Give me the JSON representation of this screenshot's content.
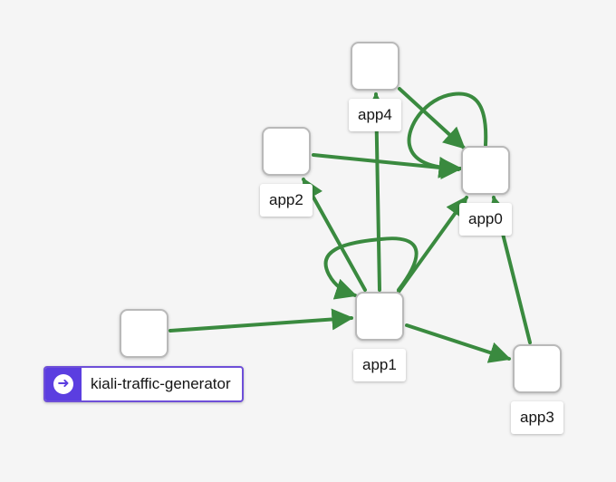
{
  "graph": {
    "edge_color": "#3a8a3f",
    "generator_color": "#5b3ee0",
    "nodes": [
      {
        "id": "app4",
        "label": "app4"
      },
      {
        "id": "app2",
        "label": "app2"
      },
      {
        "id": "app0",
        "label": "app0"
      },
      {
        "id": "app1",
        "label": "app1"
      },
      {
        "id": "app3",
        "label": "app3"
      },
      {
        "id": "generator",
        "label": "kiali-traffic-generator",
        "icon": "arrow-right-circle-icon"
      }
    ],
    "edges": [
      {
        "from": "generator",
        "to": "app1"
      },
      {
        "from": "app1",
        "to": "app2"
      },
      {
        "from": "app1",
        "to": "app4"
      },
      {
        "from": "app1",
        "to": "app0"
      },
      {
        "from": "app1",
        "to": "app3"
      },
      {
        "from": "app1",
        "to": "app1"
      },
      {
        "from": "app2",
        "to": "app0"
      },
      {
        "from": "app4",
        "to": "app0"
      },
      {
        "from": "app3",
        "to": "app0"
      },
      {
        "from": "app0",
        "to": "app0"
      }
    ]
  }
}
